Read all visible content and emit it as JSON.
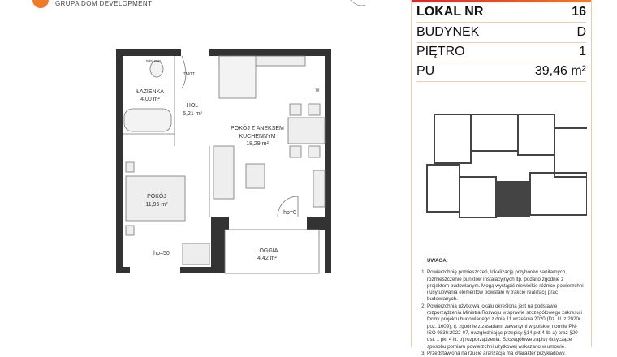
{
  "brand": {
    "subtitle": "GRUPA DOM DEVELOPMENT",
    "accent": "#f07a2a"
  },
  "info": {
    "rows": [
      {
        "label": "LOKAL NR",
        "value": "16"
      },
      {
        "label": "BUDYNEK",
        "value": "D"
      },
      {
        "label": "PIĘTRO",
        "value": "1"
      },
      {
        "label": "PU",
        "value": "39,46 m²"
      }
    ]
  },
  "plan": {
    "rooms": [
      {
        "name": "ŁAZIENKA",
        "area": "4,00 m²"
      },
      {
        "name": "HOL",
        "area": "5,21 m²"
      },
      {
        "name": "POKÓJ Z ANEKSEM",
        "name2": "KUCHENNYM",
        "area": "18,29 m²"
      },
      {
        "name": "POKÓJ",
        "area": "11,96 m²"
      },
      {
        "name": "LOGGIA",
        "area": "4,42 m²"
      }
    ],
    "marks": {
      "hp0": "hp=0",
      "hp50": "hp=50",
      "tmtt": "TM/TT",
      "w": "W",
      "kabl": "kabl. prog"
    }
  },
  "notes": {
    "title": "UWAGA:",
    "items": [
      "Powierzchnię pomieszczeń, lokalizację przyborów sanitarnych, rozmieszczenie punktów instalacyjnych itp. podano zgodnie z projektem budowlanym. Mogą wystąpić niewielkie różnice powierzchni i usytuowania elementów powstałe w trakcie realizacji prac budowlanych.",
      "Powierzchnia użytkowa lokalu określona jest na podstawie rozporządzenia Ministra Rozwoju w sprawie szczegółowego zakresu i formy projektu budowlanego z dnia 11 września 2020 (Dz. U. z 2020r. poz. 1609), tj. zgodnie z zasadami zawartymi w polskiej normie PN-ISO 9836:2022-07, uwzględniając przepisy §14 pkt 4 lit. a) oraz §20 ust. 1 pkt 4 lit. b) rozporządzenia. Szczegółowe zapisy dotyczące sposobu pomiaru powierzchni użytkowej wskazano w umowie.",
      "Przedstawiona na rzucie aranżacja ma charakter przykładowy."
    ]
  }
}
